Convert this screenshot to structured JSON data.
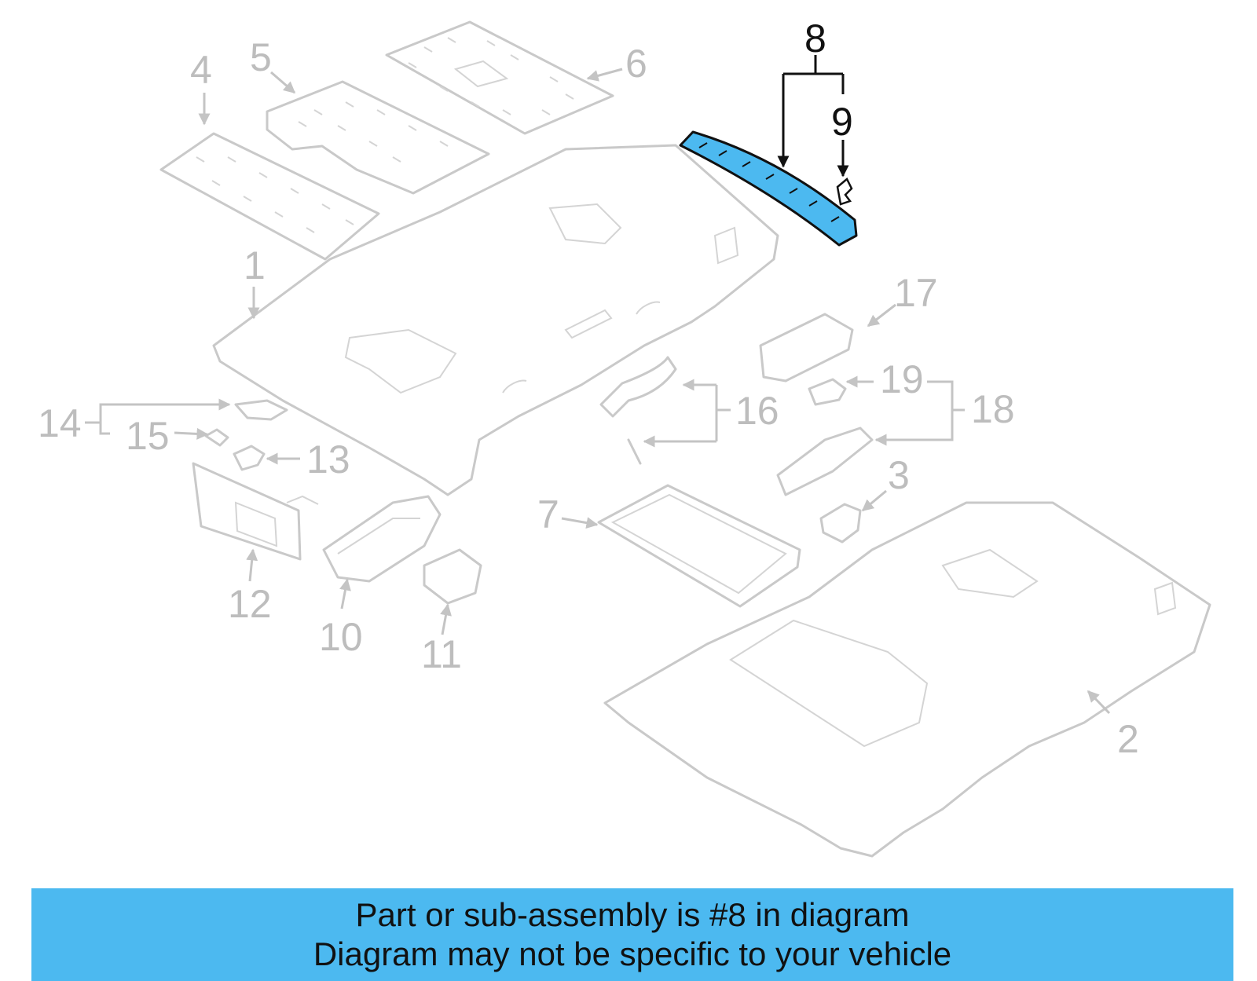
{
  "diagram": {
    "highlight_color": "#4cb9f0",
    "highlighted_part": "8",
    "callouts": [
      {
        "id": "c1",
        "label": "1"
      },
      {
        "id": "c2",
        "label": "2"
      },
      {
        "id": "c3",
        "label": "3"
      },
      {
        "id": "c4",
        "label": "4"
      },
      {
        "id": "c5",
        "label": "5"
      },
      {
        "id": "c6",
        "label": "6"
      },
      {
        "id": "c7",
        "label": "7"
      },
      {
        "id": "c8",
        "label": "8"
      },
      {
        "id": "c9",
        "label": "9"
      },
      {
        "id": "c10",
        "label": "10"
      },
      {
        "id": "c11",
        "label": "11"
      },
      {
        "id": "c12",
        "label": "12"
      },
      {
        "id": "c13",
        "label": "13"
      },
      {
        "id": "c14",
        "label": "14"
      },
      {
        "id": "c15",
        "label": "15"
      },
      {
        "id": "c16",
        "label": "16"
      },
      {
        "id": "c17",
        "label": "17"
      },
      {
        "id": "c18",
        "label": "18"
      },
      {
        "id": "c19",
        "label": "19"
      }
    ]
  },
  "banner": {
    "line1": "Part or sub-assembly is #8 in diagram",
    "line2": "Diagram may not be specific to your vehicle",
    "background": "#4cb9f0"
  }
}
